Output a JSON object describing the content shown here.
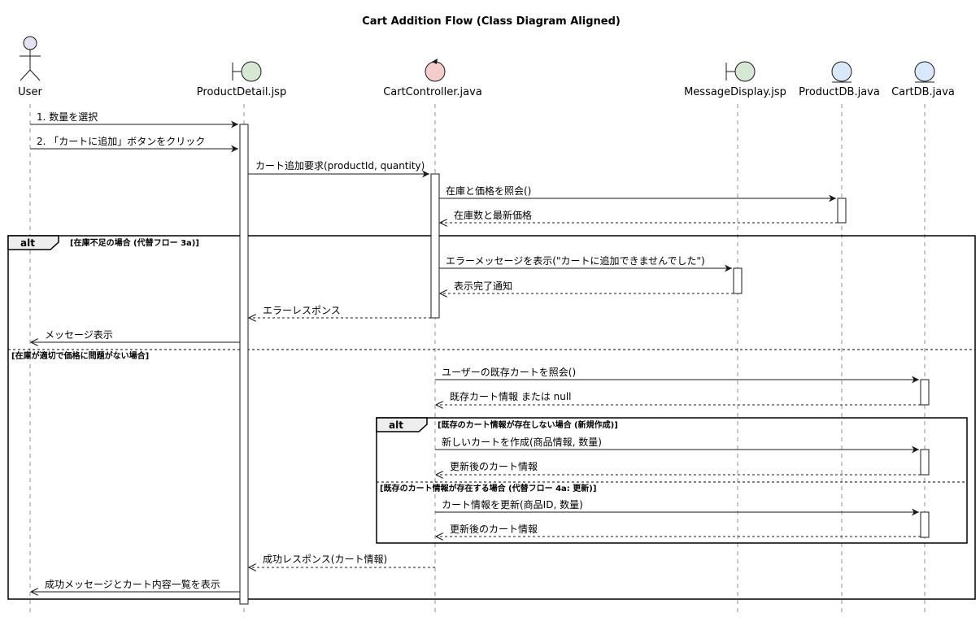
{
  "title": "Cart Addition Flow (Class Diagram Aligned)",
  "participants": {
    "user": {
      "label": "User",
      "kind": "actor",
      "color": "#E2E2F0"
    },
    "product_detail": {
      "label": "ProductDetail.jsp",
      "kind": "boundary",
      "color": "#D4E8D4"
    },
    "cart_controller": {
      "label": "CartController.java",
      "kind": "control",
      "color": "#F4CCCC"
    },
    "message_display": {
      "label": "MessageDisplay.jsp",
      "kind": "boundary",
      "color": "#D4E8D4"
    },
    "product_db": {
      "label": "ProductDB.java",
      "kind": "entity",
      "color": "#DAE8FC"
    },
    "cart_db": {
      "label": "CartDB.java",
      "kind": "entity",
      "color": "#DAE8FC"
    }
  },
  "messages": {
    "m1": "1. 数量を選択",
    "m2": "2. 「カートに追加」ボタンをクリック",
    "m3": "カート追加要求(productId, quantity)",
    "m4": "在庫と価格を照会()",
    "m5": "在庫数と最新価格",
    "m6": "エラーメッセージを表示(\"カートに追加できませんでした\")",
    "m7": "表示完了通知",
    "m8": "エラーレスポンス",
    "m9": "メッセージ表示",
    "m10": "ユーザーの既存カートを照会()",
    "m11": "既存カート情報 または null",
    "m12": "新しいカートを作成(商品情報, 数量)",
    "m13": "更新後のカート情報",
    "m14": "カート情報を更新(商品ID, 数量)",
    "m15": "更新後のカート情報",
    "m16": "成功レスポンス(カート情報)",
    "m17": "成功メッセージとカート内容一覧を表示"
  },
  "fragments": {
    "outer": {
      "label": "alt",
      "guard1": "[在庫不足の場合 (代替フロー 3a)]",
      "guard2": "[在庫が適切で価格に問題がない場合]"
    },
    "inner": {
      "label": "alt",
      "guard1": "[既存のカート情報が存在しない場合 (新規作成)]",
      "guard2": "[既存のカート情報が存在する場合 (代替フロー 4a: 更新)]"
    }
  }
}
